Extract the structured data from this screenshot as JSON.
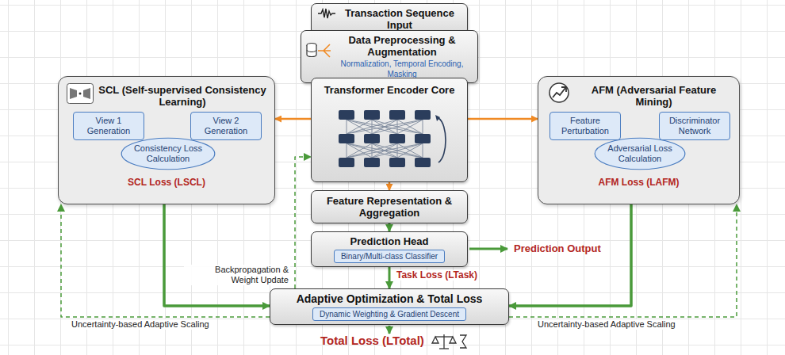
{
  "diagram": {
    "nodes": [
      {
        "text": [
          "Transaction Sequence Input"
        ]
      },
      {
        "text": [
          "Data Preprocessing & Augmentation",
          "Normalization, Temporal Encoding, Masking"
        ]
      },
      {
        "text": [
          "SCL (Self-supervised Consistency Learning)",
          "SCL Loss (LSCL)"
        ]
      },
      {
        "text": [
          "View 1 Generation"
        ],
        "in": 2
      },
      {
        "text": [
          "View 2 Generation"
        ],
        "in": 2
      },
      {
        "text": [
          "Consistency Loss Calculation"
        ],
        "in": 2
      },
      {
        "text": [
          "Transformer Encoder Core"
        ]
      },
      {
        "text": [
          "AFM (Adversarial Feature Mining)",
          "AFM Loss (LAFM)"
        ]
      },
      {
        "text": [
          "Feature Perturbation"
        ],
        "in": 7
      },
      {
        "text": [
          "Discriminator Network"
        ],
        "in": 7
      },
      {
        "text": [
          "Adversarial Loss Calculation"
        ],
        "in": 7
      },
      {
        "text": [
          "Feature Representation & Aggregation"
        ]
      },
      {
        "text": [
          "Prediction Head",
          "Binary/Multi-class Classifier"
        ]
      },
      {
        "text": [
          "Adaptive Optimization & Total Loss",
          "Dynamic Weighting & Gradient Descent"
        ]
      }
    ],
    "edges": [
      {
        "from": 0,
        "to": 1,
        "arrow": "to"
      },
      {
        "from": 1,
        "to": 6,
        "arrow": "to"
      },
      {
        "from": 6,
        "to": 2,
        "arrow": "to"
      },
      {
        "from": 6,
        "to": 7,
        "arrow": "to"
      },
      {
        "from": 6,
        "to": 11,
        "arrow": "to"
      },
      {
        "from": 11,
        "to": 12,
        "arrow": "to"
      },
      {
        "from": 12,
        "to": 13,
        "label": "Task Loss (LTask)",
        "arrow": "to"
      },
      {
        "from": 3,
        "to": 5,
        "arrow": "to"
      },
      {
        "from": 4,
        "to": 5,
        "arrow": "to"
      },
      {
        "from": 8,
        "to": 10,
        "arrow": "to"
      },
      {
        "from": 9,
        "to": 10,
        "arrow": "to"
      },
      {
        "from": 2,
        "to": 13,
        "arrow": "to"
      },
      {
        "from": 7,
        "to": 13,
        "arrow": "to"
      },
      {
        "from": 13,
        "to": 6,
        "label": "Backpropagation & Weight Update",
        "arrow": "to"
      },
      {
        "from": 13,
        "to": 2,
        "label": "Uncertainty-based Adaptive Scaling",
        "arrow": "to"
      },
      {
        "from": 13,
        "to": 7,
        "label": "Uncertainty-based Adaptive Scaling",
        "arrow": "to"
      }
    ],
    "labels": [
      "Prediction Output",
      "Total Loss (LTotal)"
    ]
  }
}
